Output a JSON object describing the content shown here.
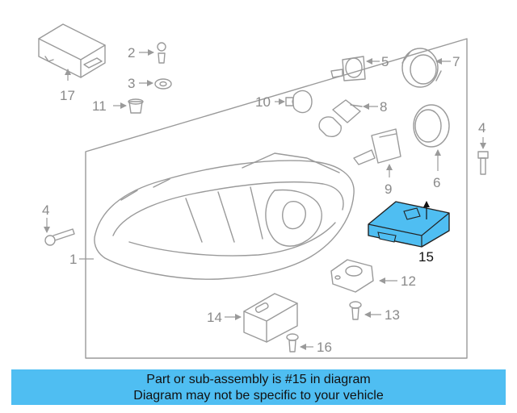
{
  "diagram": {
    "callouts": {
      "c1": "1",
      "c2": "2",
      "c3": "3",
      "c4a": "4",
      "c4b": "4",
      "c5": "5",
      "c6": "6",
      "c7": "7",
      "c8": "8",
      "c9": "9",
      "c10": "10",
      "c11": "11",
      "c12": "12",
      "c13": "13",
      "c14": "14",
      "c15": "15",
      "c16": "16",
      "c17": "17"
    },
    "highlighted_part": "15",
    "colors": {
      "line": "#9a9a9a",
      "highlight_fill": "#4fbef2",
      "banner": "#4fbef2"
    }
  },
  "banner": {
    "line1": "Part or sub-assembly is #15 in diagram",
    "line2": "Diagram may not be specific to your vehicle"
  }
}
